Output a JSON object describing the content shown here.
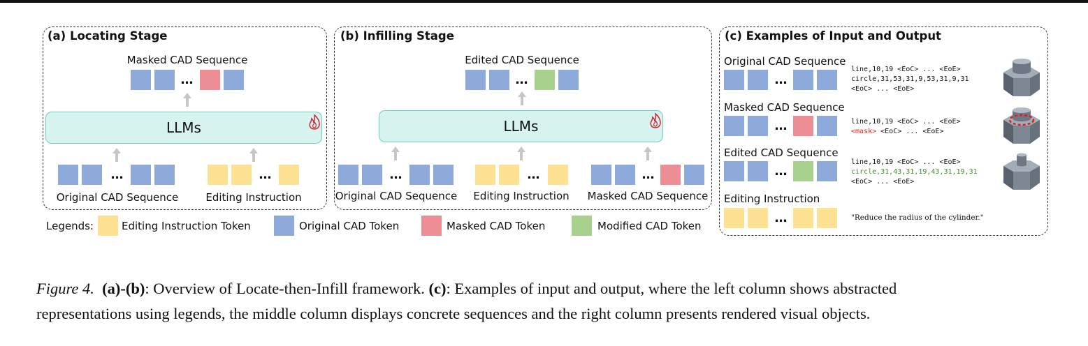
{
  "panel_a": {
    "title": "(a) Locating Stage",
    "output_label": "Masked CAD Sequence",
    "llm_label": "LLMs",
    "input1_label": "Original CAD Sequence",
    "input2_label": "Editing Instruction"
  },
  "panel_b": {
    "title": "(b) Infilling Stage",
    "output_label": "Edited CAD Sequence",
    "llm_label": "LLMs",
    "input1_label": "Original CAD Sequence",
    "input2_label": "Editing Instruction",
    "input3_label": "Masked CAD Sequence"
  },
  "panel_c": {
    "title": "(c) Examples of Input and Output",
    "rows": [
      {
        "label": "Original CAD Sequence",
        "code_line1": "line,10,19 <EoC> ... <EoE>",
        "code_line2": "circle,31,53,31,9,53,31,9,31",
        "code_line3": "<EoC> ... <EoE>"
      },
      {
        "label": "Masked CAD Sequence",
        "code_line1": "line,10,19 <EoC> ... <EoE>",
        "code_mask": "<mask>",
        "code_line2_rest": " <EoC> ... <EoE>"
      },
      {
        "label": "Edited CAD Sequence",
        "code_line1": "line,10,19 <EoC> ... <EoE>",
        "code_line2": "circle,31,43,31,19,43,31,19,31",
        "code_line3": "<EoC> ... <EoE>"
      },
      {
        "label": "Editing Instruction",
        "quote": "\"Reduce the radius of the cylinder.\""
      }
    ]
  },
  "dots": "…",
  "legend": {
    "title": "Legends:",
    "items": [
      {
        "label": "Editing Instruction Token",
        "color": "#fde293"
      },
      {
        "label": "Original CAD Token",
        "color": "#8eaadb"
      },
      {
        "label": "Masked CAD Token",
        "color": "#ec8e94"
      },
      {
        "label": "Modified CAD Token",
        "color": "#a8d18d"
      }
    ]
  },
  "caption": {
    "fig": "Figure 4.",
    "ab": "(a)-(b)",
    "part1": ": Overview of Locate-then-Infill framework. ",
    "c": "(c)",
    "part2": ": Examples of input and output, where the left column shows abstracted",
    "line2": "representations using legends, the middle column displays concrete sequences and the right column presents rendered visual objects."
  }
}
